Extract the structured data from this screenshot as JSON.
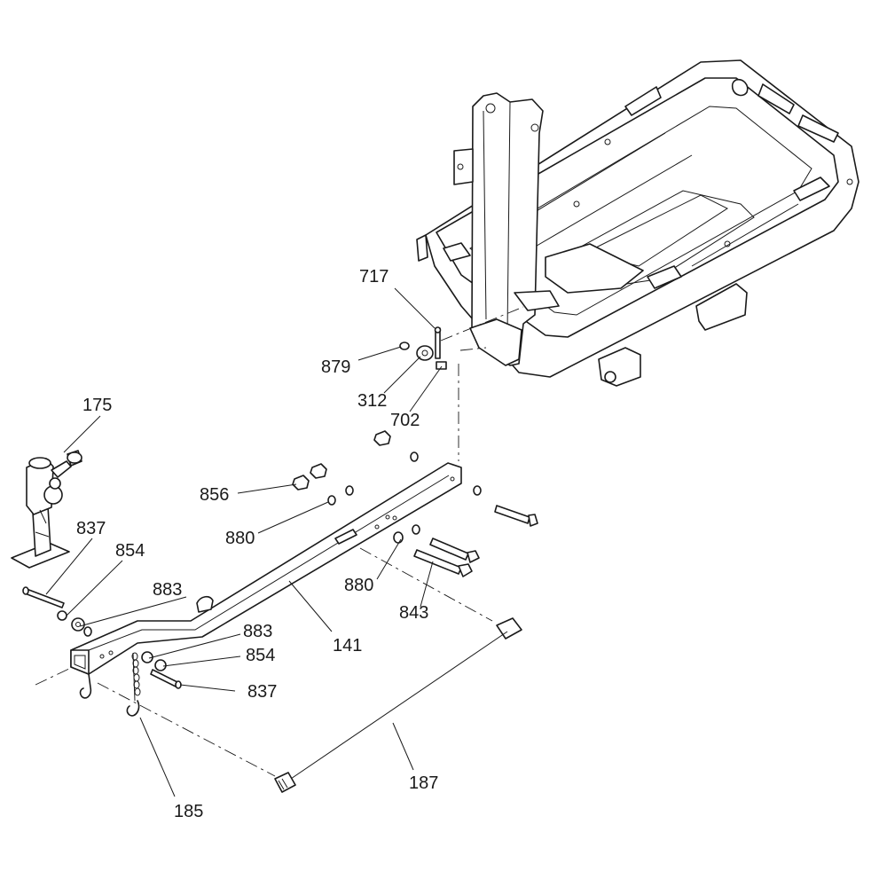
{
  "callouts": {
    "c717": "717",
    "c879": "879",
    "c312": "312",
    "c702": "702",
    "c175": "175",
    "c856": "856",
    "c837a": "837",
    "c854a": "854",
    "c880a": "880",
    "c883a": "883",
    "c880b": "880",
    "c843": "843",
    "c141": "141",
    "c883b": "883",
    "c854b": "854",
    "c837b": "837",
    "c185": "185",
    "c187": "187"
  }
}
